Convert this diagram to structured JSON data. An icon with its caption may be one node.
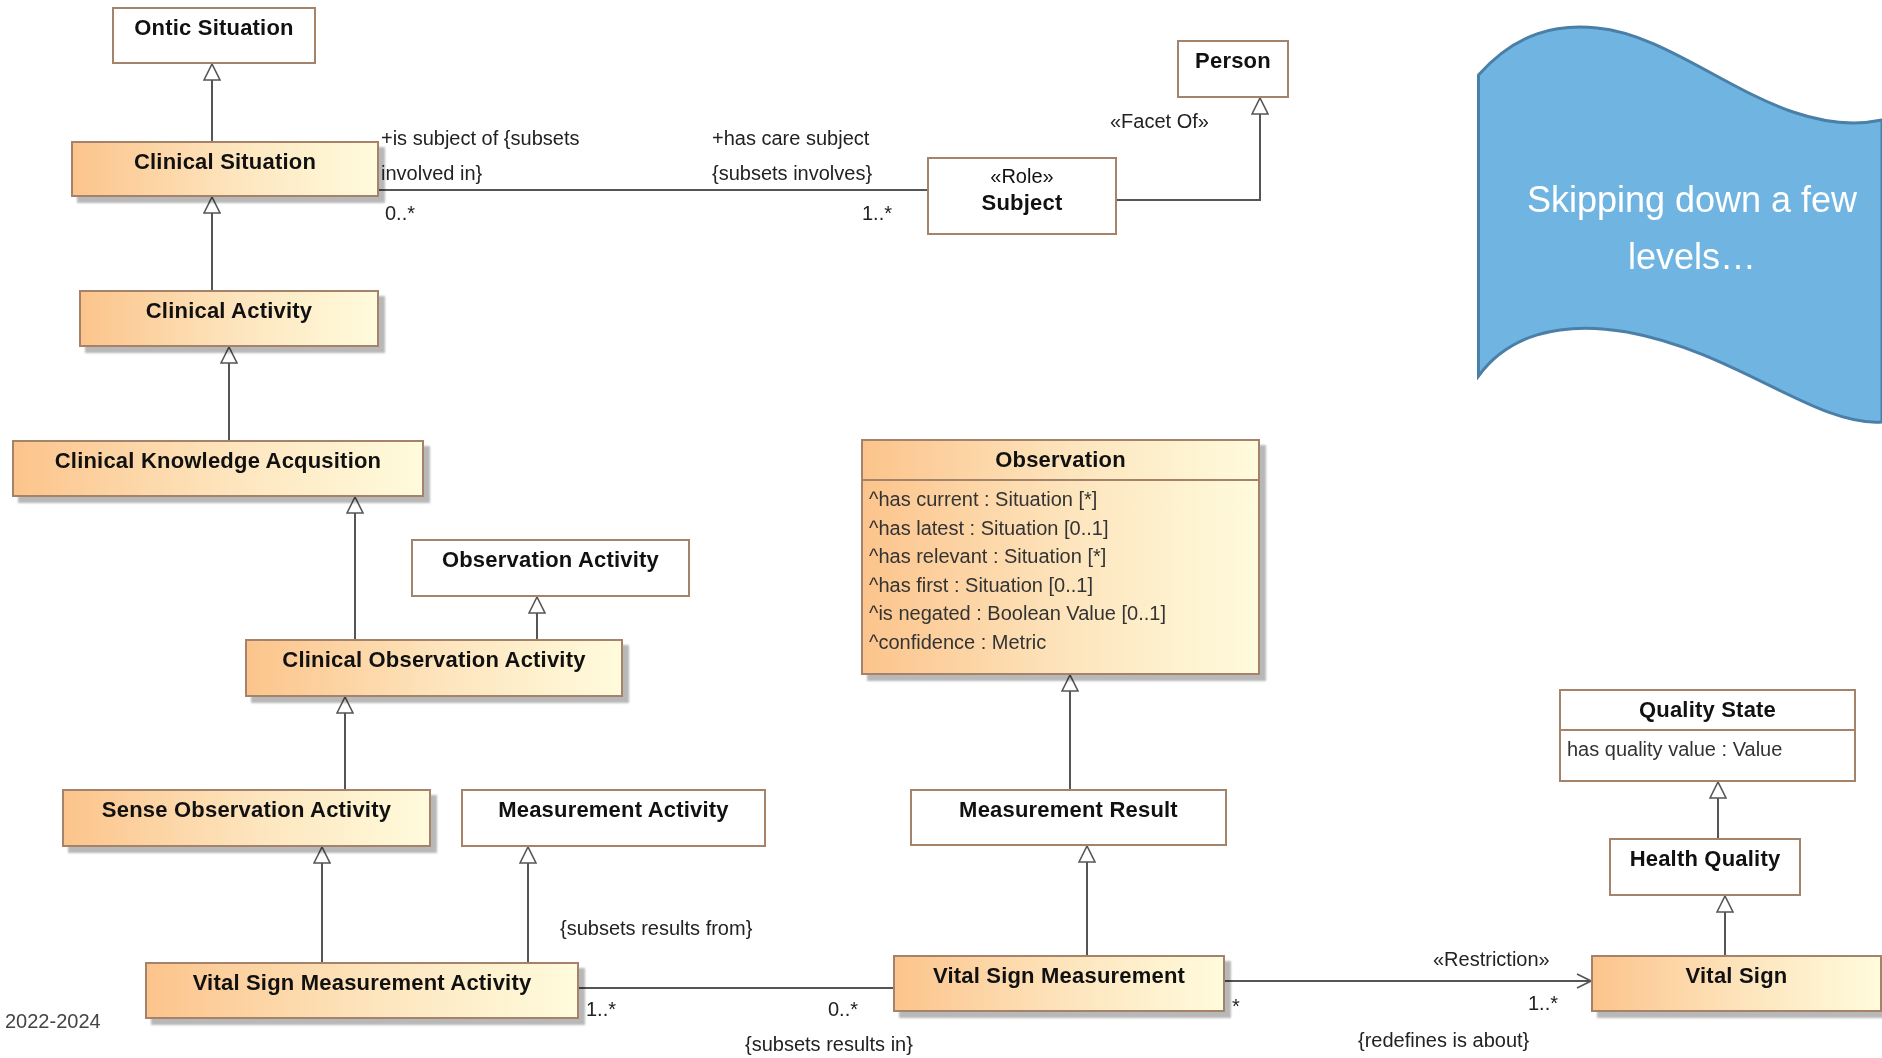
{
  "diagram": {
    "nodes": [
      {
        "text": [
          "Ontic Situation"
        ]
      },
      {
        "text": [
          "Clinical Situation"
        ]
      },
      {
        "text": [
          "Clinical Activity"
        ]
      },
      {
        "text": [
          "Clinical Knowledge Acqusition"
        ]
      },
      {
        "text": [
          "«Role»",
          "Subject"
        ]
      },
      {
        "text": [
          "Person"
        ]
      },
      {
        "text": [
          "Observation",
          "^has current : Situation [*]",
          "^has latest : Situation [0..1]",
          "^has relevant : Situation [*]",
          "^has first : Situation [0..1]",
          "^is negated : Boolean Value [0..1]",
          "^confidence : Metric"
        ]
      },
      {
        "text": [
          "Observation Activity"
        ]
      },
      {
        "text": [
          "Clinical Observation Activity"
        ]
      },
      {
        "text": [
          "Sense Observation Activity"
        ]
      },
      {
        "text": [
          "Measurement Activity"
        ]
      },
      {
        "text": [
          "Measurement Result"
        ]
      },
      {
        "text": [
          "Quality State",
          "has quality value : Value"
        ]
      },
      {
        "text": [
          "Health Quality"
        ]
      },
      {
        "text": [
          "Vital Sign Measurement Activity"
        ]
      },
      {
        "text": [
          "Vital Sign Measurement"
        ]
      },
      {
        "text": [
          "Vital Sign"
        ]
      },
      {
        "text": [
          "Skipping down a few levels…"
        ]
      }
    ],
    "edges": [
      {
        "from": 1,
        "to": 0,
        "arrow": "to"
      },
      {
        "from": 2,
        "to": 1,
        "arrow": "to"
      },
      {
        "from": 3,
        "to": 2,
        "arrow": "to"
      },
      {
        "from": 8,
        "to": 3,
        "arrow": "to"
      },
      {
        "from": 8,
        "to": 7,
        "arrow": "to"
      },
      {
        "from": 9,
        "to": 8,
        "arrow": "to"
      },
      {
        "from": 14,
        "to": 9,
        "arrow": "to"
      },
      {
        "from": 14,
        "to": 10,
        "arrow": "to"
      },
      {
        "from": 11,
        "to": 6,
        "arrow": "to"
      },
      {
        "from": 15,
        "to": 11,
        "arrow": "to"
      },
      {
        "from": 13,
        "to": 12,
        "arrow": "to"
      },
      {
        "from": 16,
        "to": 13,
        "arrow": "to"
      },
      {
        "from": 1,
        "to": 4,
        "arrow": "none"
      },
      {
        "from": 4,
        "to": 5,
        "arrow": "to",
        "label": "«Facet Of»"
      },
      {
        "from": 14,
        "to": 15,
        "arrow": "none"
      },
      {
        "from": 15,
        "to": 16,
        "arrow": "to",
        "label": "«Restriction»"
      }
    ],
    "labels": [
      "+is subject of {subsets involved in}",
      "0..*",
      "+has care subject {subsets involves}",
      "1..*",
      "{subsets results from}",
      "1..*",
      "0..*",
      "{subsets results in}",
      "*",
      "1..*",
      "{redefines is about}",
      "2022-2024"
    ]
  }
}
